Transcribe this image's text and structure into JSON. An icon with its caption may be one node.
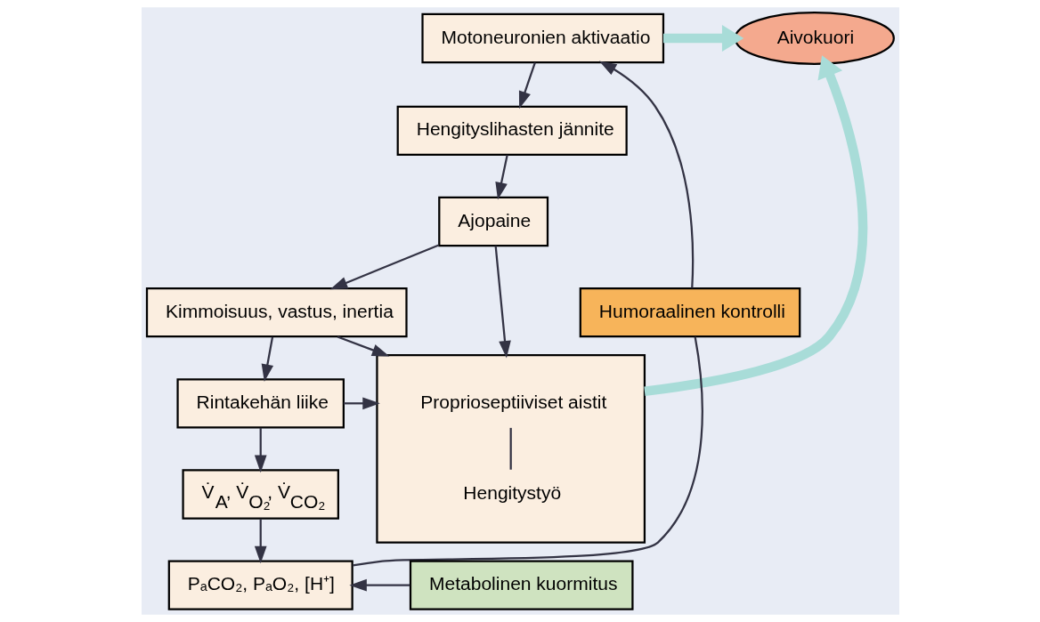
{
  "diagram": {
    "nodes": [
      {
        "text": [
          "Motoneuronien aktivaatio"
        ]
      },
      {
        "text": [
          "Aivokuori"
        ]
      },
      {
        "text": [
          "Hengityslihasten jännite"
        ]
      },
      {
        "text": [
          "Ajopaine"
        ]
      },
      {
        "text": [],
        "shape": "box"
      },
      {
        "text": [
          "Proprioseptiiviset aistit"
        ],
        "in": 4
      },
      {
        "text": [
          "Humoraalinen kontrolli"
        ]
      },
      {
        "text": [
          "Kimmoisuus, vastus, inertia"
        ]
      },
      {
        "text": [
          "Hengitystyö"
        ],
        "in": 4
      },
      {
        "text": [
          "Rintakehän liike"
        ]
      },
      {
        "text": [
          "V̇$_{A}$, V̇$_{O₂}$, V̇$_{CO₂}$"
        ]
      },
      {
        "text": [
          "PₐCO₂, PₐO₂, [H⁺]"
        ]
      },
      {
        "text": [
          "Metabolinen kuormitus"
        ]
      }
    ],
    "edges": [
      {
        "from": 6,
        "to": 0,
        "arrow": "to"
      },
      {
        "from": 0,
        "to": 1,
        "arrow": "to",
        "style": "thick",
        "color": "#a8dcd8"
      },
      {
        "from": 0,
        "to": 2,
        "arrow": "to"
      },
      {
        "from": 2,
        "to": 3,
        "arrow": "to"
      },
      {
        "from": 3,
        "to": 4,
        "arrow": "to"
      },
      {
        "from": 4,
        "to": 1,
        "arrow": "to",
        "style": "thick",
        "color": "#a8dcd8"
      },
      {
        "from": 3,
        "to": 7,
        "arrow": "to"
      },
      {
        "from": 5,
        "to": 8,
        "arrow": "none"
      },
      {
        "from": 7,
        "to": 4,
        "arrow": "to"
      },
      {
        "from": 7,
        "to": 9,
        "arrow": "to"
      },
      {
        "from": 9,
        "to": 4,
        "arrow": "to"
      },
      {
        "from": 9,
        "to": 10,
        "arrow": "to"
      },
      {
        "from": 10,
        "to": 11,
        "arrow": "to"
      },
      {
        "from": 12,
        "to": 11,
        "arrow": "to"
      },
      {
        "from": 11,
        "to": 6,
        "arrow": "none"
      }
    ]
  }
}
